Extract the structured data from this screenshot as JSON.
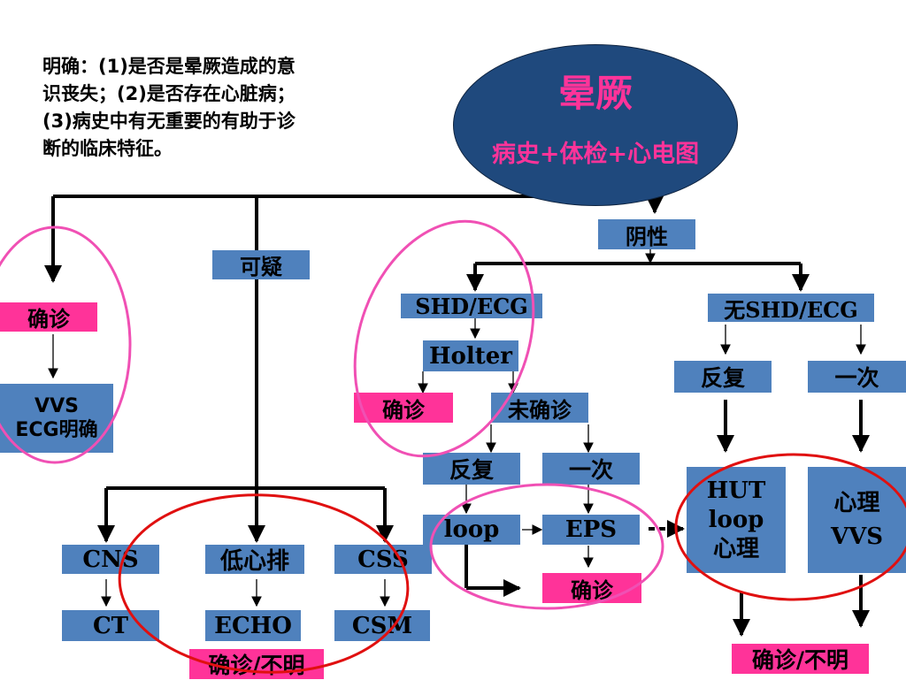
{
  "intro": {
    "line1": "明确：(1)是否是晕厥造成的意",
    "line2": "识丧失；(2)是否存在心脏病；",
    "line3": "(3)病史中有无重要的有助于诊",
    "line4": "断的临床特征。"
  },
  "root": {
    "title": "晕厥",
    "subtitle": "病史+体检+心电图"
  },
  "left": {
    "confirm": "确诊",
    "result_line1": "VVS",
    "result_line2": "ECG明确"
  },
  "suspect": {
    "label": "可疑",
    "cns": "CNS",
    "low_output": "低心排",
    "css": "CSS",
    "ct": "CT",
    "echo": "ECHO",
    "csm": "CSM",
    "outcome": "确诊/不明"
  },
  "negative": {
    "label": "阴性"
  },
  "shd": {
    "label": "SHD/ECG",
    "holter": "Holter",
    "confirm": "确诊",
    "unconfirmed": "未确诊",
    "repeated": "反复",
    "once": "一次",
    "loop": "loop",
    "eps": "EPS",
    "eps_confirm": "确诊"
  },
  "no_shd": {
    "label": "无SHD/ECG",
    "repeated": "反复",
    "once": "一次",
    "hut_line1": "HUT",
    "hut_line2": "loop",
    "hut_line3": "心理",
    "psy_line1": "心理",
    "psy_line2": "VVS",
    "outcome": "确诊/不明"
  },
  "colors": {
    "box_fill": "#4f81bd",
    "highlight_fill": "#ff3399",
    "root_fill": "#1f497d",
    "root_text": "#ff3399",
    "red_outline": "#e01010",
    "pink_outline": "#f050b4"
  }
}
